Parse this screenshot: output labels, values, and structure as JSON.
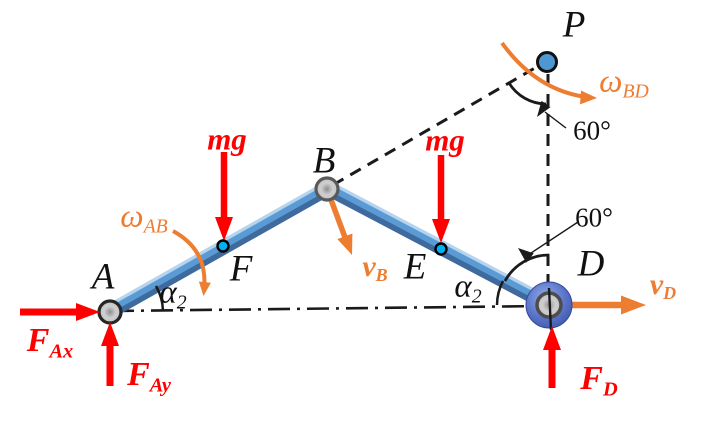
{
  "diagram": {
    "description": "Planar linkage kinematics and free-body diagram: crank AB and link BD with slider at D, instantaneous center P",
    "labels": {
      "point_P": "P",
      "point_A": "A",
      "point_B": "B",
      "point_D": "D",
      "point_E": "E",
      "point_F": "F",
      "angle_top": "60°",
      "angle_bottom": "60°",
      "alpha_main": "α",
      "alpha_sub": "2",
      "mg": "mg",
      "force_main": "F",
      "force_Ax_sub": "Ax",
      "force_Ay_sub": "Ay",
      "force_D_sub": "D",
      "velocity_main": "v",
      "velocity_B_sub": "B",
      "velocity_D_sub": "D",
      "omega_main": "ω",
      "omega_AB_sub": "AB",
      "omega_BD_sub": "BD"
    },
    "colors": {
      "force_red": "#fe0000",
      "velocity_orange": "#ed7d31",
      "link_blue": "#5b9bd5",
      "link_shadow": "#3e6a9e",
      "link_highlight": "#b6d4ee",
      "roller_blue": "#5872c8",
      "marker_cyan": "#00b0f0",
      "pin_gray": "#c9c9c9",
      "line_black": "#1a1a1a",
      "background": "#ffffff"
    }
  }
}
